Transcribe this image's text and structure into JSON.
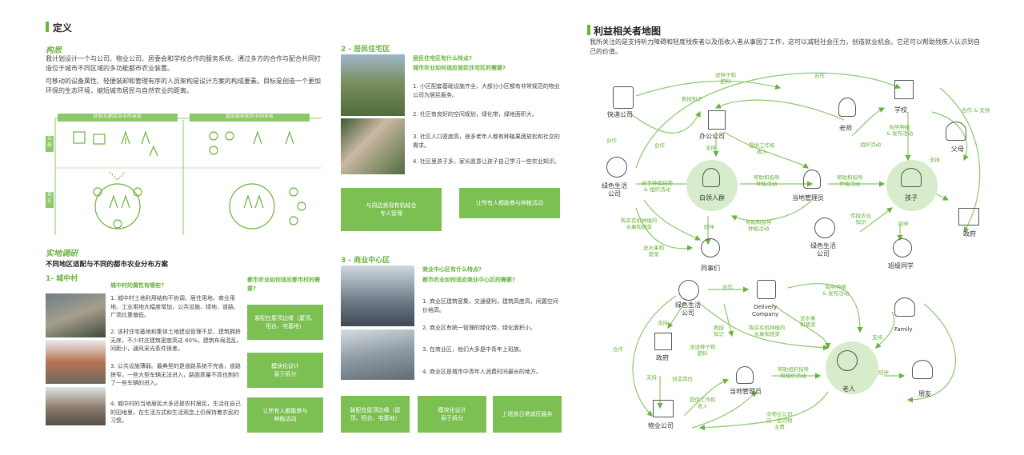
{
  "left": {
    "definition_title": "定义",
    "concept": {
      "heading": "构思",
      "paragraph1": "我计划设计一个与公司、物业公司、居委会和学校合作的服务系统。通过多方的合作与配合共同打造位于城市不同区域的多功能都市农业装置。",
      "paragraph2": "可移动的设备属性、轻便装卸和管理有序的人员架构是设计方案的构成要素。目标是创造一个更加环保的生态环境，缩短城市居民与自然农业的距离。"
    },
    "diagram": {
      "head_left": "机构与都市农业的关系",
      "head_right": "城市居民和农业的关系",
      "row_before": "以前",
      "row_now": "现在"
    },
    "research": {
      "heading": "实地调研",
      "subheading": "不同地区适配与不同的都市农业分布方案",
      "urban_village": {
        "title": "1- 城中村",
        "question": "城中村的属性有哪些?",
        "points": [
          "1. 城中村土地利用结构不协调，居住用地、商业用地、工业用地大幅度增加，公共设施、绿地、道路、广场比重偏低。",
          "2. 该村住宅基地和集体土地建设管理不足，建筑拥挤无序，不少村庄建筑密度高达 60%，建筑布局混乱，间距小，通风采光条件很差。",
          "3. 公共设施薄弱。最典型的是道路系统不完善，道路狭窄，一些大型车辆无法进入，路面质量不高也制约了一些车辆的进入。",
          "4. 城中村的当地居民大多还是农村居民，生活在自己的田地里，在生活方式和生活观念上仍保持着农民的习惯。"
        ],
        "question2": "都市农业如何适应都市村的需要?",
        "buttons": [
          "装配在屋顶边缘（屋顶、阳台、宅基地）",
          "模块化设计\n易于拆分",
          "让所有人都能参与\n种植活动"
        ]
      },
      "residential": {
        "title": "2 - 居民住宅区",
        "question1": "居民住宅区有什么特点?",
        "question2": "城市农业如何适应居民住宅区的需要?",
        "points": [
          "1. 小区配套基础设施齐全，大部分小区都有非常规范的物业公司为居民服务。",
          "2. 社区有良好的空间规划，绿化带，绿地面积大。",
          "3. 社区人口密度高，很多老年人都有种植果蔬放松和社交的需求。",
          "4. 社区里孩子多，家长愿意让孩子自己学习一些农业知识。"
        ],
        "buttons": [
          "与周边景观有机结合\n专人管理",
          "让所有人都能参与种植活动"
        ]
      },
      "commercial": {
        "title": "3 - 商业中心区",
        "question1": "商业中心区有什么特点?",
        "question2": "都市农业如何适应商业中心区的需要?",
        "points": [
          "1. 商业区建筑密集，交通便利，建筑高度高，闲置空间价格高。",
          "2. 商业区有统一管理的绿化带，绿化面积小。",
          "3. 在商业区，他们大多是中青年上班族。",
          "4. 商业区是城市中青年人消费时间最长的地方。"
        ],
        "buttons": [
          "装配在屋顶边缘（屋顶、阳台、宅基地）",
          "模块化设计\n易于拆分",
          "上班族日常减压服务"
        ]
      }
    }
  },
  "right": {
    "title": "利益相关者地图",
    "intro": "我所关注的是支持听力障碍和轻度残疾者以及低收入者从事园丁工作，这可以减轻社会压力，创造就业机会。它还可以帮助残疾人认识到自己的价值。",
    "map1": {
      "nodes": {
        "express": "快递公司",
        "office": "办公公司",
        "school": "学校",
        "teacher": "老师",
        "parents": "父母",
        "green_co": "绿色生活\n公司",
        "white_collar": "白领人群",
        "local_mgr": "当地管理员",
        "children": "孩子",
        "colleagues": "同事们",
        "green_co2": "绿色生活\n公司",
        "classmates": "班级同学",
        "government": "政府"
      },
      "edges": {
        "seeds": "送种子和\n肥料",
        "cooperate_top": "合作",
        "knowledge": "教授知识",
        "cooperate1": "合作",
        "cooperate2": "合作",
        "support1": "支持",
        "job": "提供工作和\n收入",
        "guide_plant": "指导种植\n& 发布活动",
        "organize": "组织活动",
        "coop_support": "合作 & 支持",
        "support2": "支持",
        "give_guide": "给予种植指南\n& 组织活动",
        "help_org": "帮助和指导\n种植活动",
        "help_org2": "帮助和指导\n种植活动",
        "help_org3": "帮助和指导\n种植活动",
        "buy_fruits": "购买有机种植的\n水果和蔬菜",
        "send_fruits": "送水果和\n蔬菜",
        "accompany": "陪伴",
        "pass_knowledge": "传授农业\n知识",
        "accompany2": "陪伴"
      }
    },
    "map2": {
      "nodes": {
        "green_co": "绿色生活\n公司",
        "delivery": "Delivery\nCompany",
        "family": "Family",
        "government": "政府",
        "local_mgr": "当地管理员",
        "elderly": "老人",
        "friends": "朋友",
        "property": "物业公司"
      },
      "edges": {
        "cooperate1": "合作",
        "guide": "指导种植\n& 发布活动",
        "support1": "支持",
        "knowledge": "教授\n知识",
        "buy": "购买有机种植的\n水果和蔬菜",
        "send_fruit": "送水果\n和蔬菜",
        "support2": "支持",
        "coop_left": "合作",
        "seeds": "送送种子和\n肥料",
        "support3": "支持",
        "create_jobs": "创造岗位",
        "help_guide": "帮助组织指导\n和组织活动",
        "accompany": "陪伴",
        "job": "提供工作和\n收入",
        "pay": "向物业公司\n交一定的物\n业费"
      }
    }
  }
}
